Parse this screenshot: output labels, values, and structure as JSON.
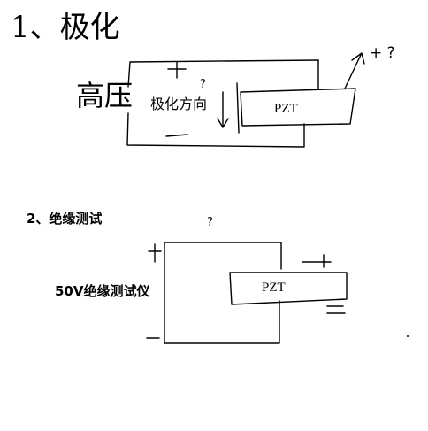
{
  "section1": {
    "title": "1、极化",
    "high_voltage_label": "高压",
    "polarization_direction_label": "极化方向",
    "pzt_label": "PZT",
    "question_mark_arrow": "?",
    "plus_question": "+ ?"
  },
  "section2": {
    "title": "2、绝缘测试",
    "question_mark": "?",
    "meter_label": "50V绝缘测试仪",
    "pzt_label": "PZT"
  },
  "colors": {
    "ink": "#000000",
    "background": "#ffffff"
  }
}
